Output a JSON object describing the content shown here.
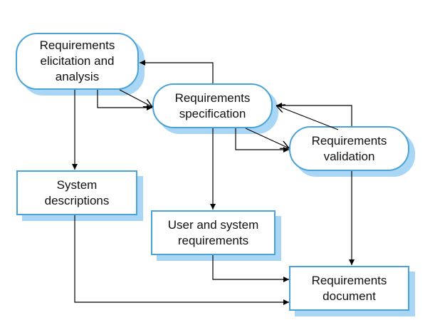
{
  "colors": {
    "border": "#4aa3d8",
    "shadow": "#a9d6f4",
    "arrow": "#000000",
    "fill": "#ffffff"
  },
  "nodes": {
    "elicitation": {
      "lines": [
        "Requirements",
        "elicitation and",
        "analysis"
      ]
    },
    "specification": {
      "lines": [
        "Requirements",
        "specification"
      ]
    },
    "validation": {
      "lines": [
        "Requirements",
        "validation"
      ]
    },
    "system_descriptions": {
      "lines": [
        "System",
        "descriptions"
      ]
    },
    "user_system_requirements": {
      "lines": [
        "User and system",
        "requirements"
      ]
    },
    "requirements_document": {
      "lines": [
        "Requirements",
        "document"
      ]
    }
  },
  "edges": [
    {
      "from": "specification",
      "to": "elicitation"
    },
    {
      "from": "elicitation",
      "to": "specification"
    },
    {
      "from": "validation",
      "to": "specification"
    },
    {
      "from": "specification",
      "to": "validation"
    },
    {
      "from": "elicitation",
      "to": "system_descriptions"
    },
    {
      "from": "specification",
      "to": "user_system_requirements"
    },
    {
      "from": "validation",
      "to": "requirements_document"
    },
    {
      "from": "user_system_requirements",
      "to": "requirements_document"
    },
    {
      "from": "system_descriptions",
      "to": "requirements_document"
    }
  ]
}
